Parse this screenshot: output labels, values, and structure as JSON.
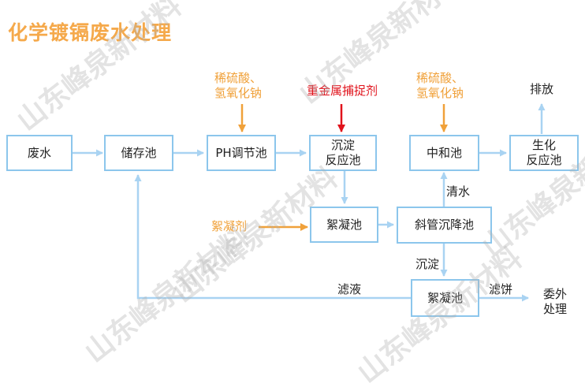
{
  "title": "化学镀镉废水处理",
  "watermark": "山东峰泉新材料",
  "colors": {
    "title": "#f5a94b",
    "box_border": "#8cc6ec",
    "arrow": "#a9d3f2",
    "reagent_orange": "#f0a13a",
    "reagent_red": "#e0121b"
  },
  "nodes": {
    "wastewater": "废水",
    "storage_tank": "储存池",
    "ph_tank": "PH调节池",
    "precip_tank": "沉淀\n反应池",
    "neutral_tank": "中和池",
    "bio_tank": "生化\n反应池",
    "floc_tank_1": "絮凝池",
    "inclined_tank": "斜管沉降池",
    "floc_tank_2": "絮凝池"
  },
  "reagents": {
    "acid_1": "稀硫酸、\n氢氧化钠",
    "heavy_metal": "重金属捕捉剂",
    "acid_2": "稀硫酸、\n氢氧化钠",
    "flocculant": "絮凝剂"
  },
  "labels": {
    "discharge": "排放",
    "clear_water": "清水",
    "sediment": "沉淀",
    "filtrate": "滤液",
    "filter_cake": "滤饼",
    "outsourced": "委外\n处理"
  }
}
